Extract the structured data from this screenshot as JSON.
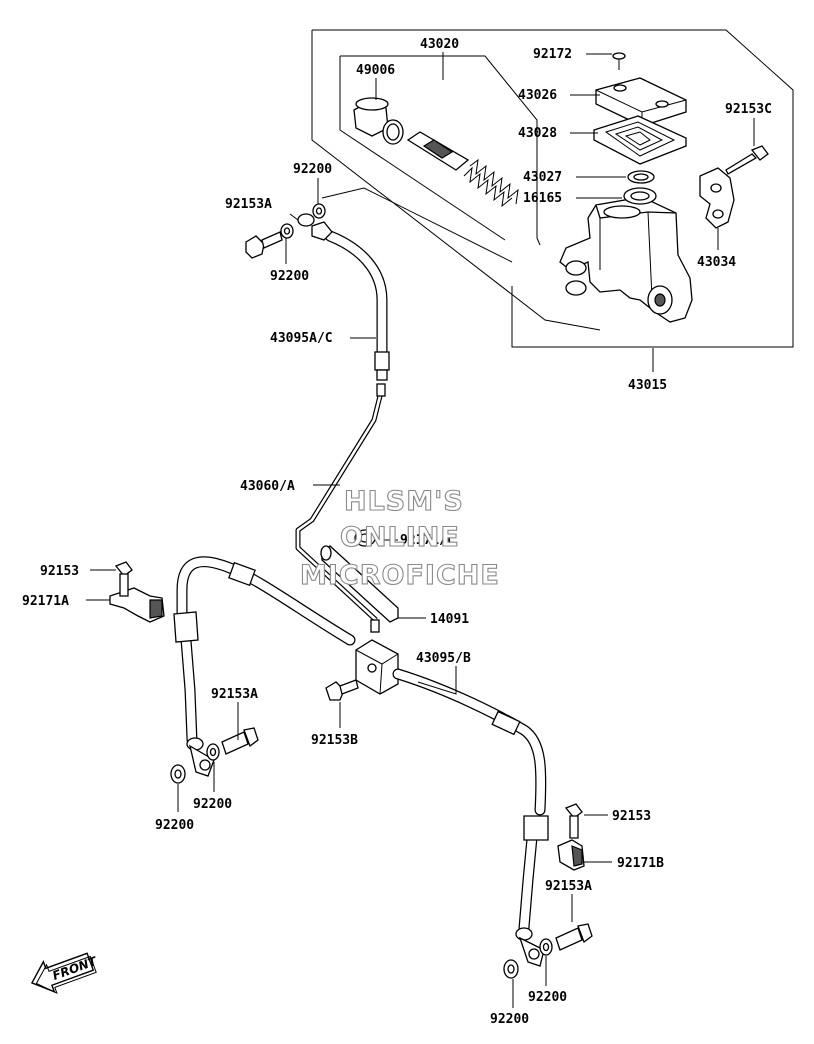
{
  "watermark": {
    "line1": "HLSM'S",
    "line2": "ONLINE",
    "line3": "MICROFICHE"
  },
  "front_badge": "FRONT",
  "callouts": {
    "c43020": "43020",
    "c49006": "49006",
    "c92172": "92172",
    "c43026": "43026",
    "c43028": "43028",
    "c92153c": "92153C",
    "c43027": "43027",
    "c16165": "16165",
    "c43034": "43034",
    "c43015": "43015",
    "c92200_top": "92200",
    "c92153a_top": "92153A",
    "c92200_top2": "92200",
    "c43095ac": "43095A/C",
    "c43060a": "43060/A",
    "c92171c": "92171/C",
    "c92153_left": "92153",
    "c92171a": "92171A",
    "c14091": "14091",
    "c43095b": "43095/B",
    "c92153b": "92153B",
    "c92153a_mid": "92153A",
    "c92200_mid": "92200",
    "c92200_low": "92200",
    "c92153_right": "92153",
    "c92171b": "92171B",
    "c92153a_right": "92153A",
    "c92200_right": "92200",
    "c92200_bottom": "92200"
  }
}
